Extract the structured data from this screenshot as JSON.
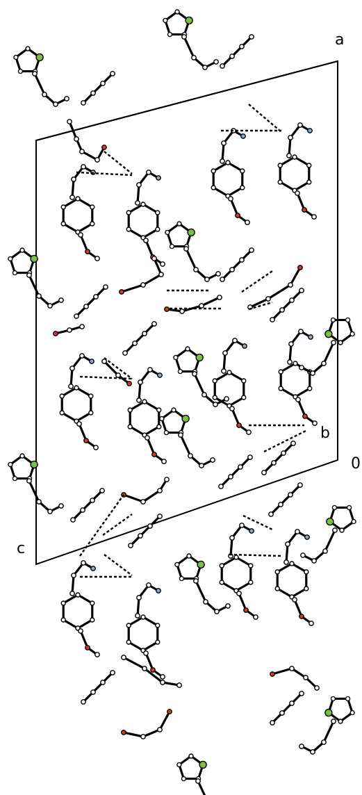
{
  "figure": {
    "axis_labels": {
      "a": "a",
      "b": "b",
      "c": "c",
      "origin": "0"
    }
  },
  "colors": {
    "carbon": "#ffffff",
    "oxygen": "#d8392b",
    "sulfur": "#7bc043",
    "nitrogen": "#8fa9c9",
    "bond": "#000000"
  },
  "legend": []
}
